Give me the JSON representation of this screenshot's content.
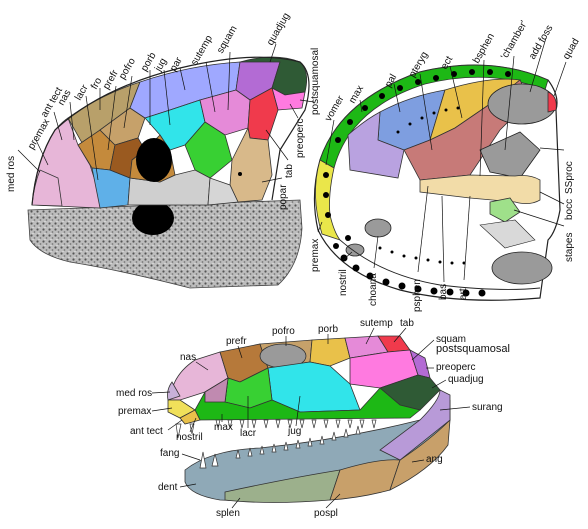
{
  "panel_top_left": {
    "labels": {
      "med_ros": "med ros",
      "premax": "premax",
      "ant_tect": "ant tect",
      "nas": "nas",
      "lacr": "lacr",
      "fro": "fro",
      "prefr": "prefr",
      "pofro": "pofro",
      "porb": "porb",
      "jug": "jug",
      "par": "par",
      "sutemp": "sutemp",
      "squam": "squam",
      "quadjug": "quadjug",
      "postsquamosal": "postsquamosal",
      "preoperc": "preoperc",
      "tab": "tab",
      "popar": "popar"
    }
  },
  "panel_top_right": {
    "labels": {
      "max": "max",
      "vomer": "vomer",
      "pal": "pal",
      "pteryg": "pteryg",
      "ect": "ect",
      "bsphen": "bsphen",
      "chamber": "'chamber'",
      "add_foss": "add foss",
      "quad": "quad",
      "ssproc": "SSproc",
      "bocc": "bocc",
      "stapes": "stapes",
      "premax": "premax",
      "nostril": "nostril",
      "choana": "choana",
      "psphen": "psphen",
      "bas": "bas",
      "art": "art"
    }
  },
  "panel_bottom": {
    "labels": {
      "nas": "nas",
      "prefr": "prefr",
      "pofro": "pofro",
      "porb": "porb",
      "sutemp": "sutemp",
      "tab": "tab",
      "squam": "squam",
      "postsquamosal": "postsquamosal",
      "preoperc": "preoperc",
      "quadjug": "quadjug",
      "surang": "surang",
      "med_ros": "med ros",
      "premax": "premax",
      "ant_tect": "ant tect",
      "nostril": "nostril",
      "max": "max",
      "lacr": "lacr",
      "jug": "jug",
      "fang": "fang",
      "dent": "dent",
      "ang": "ang",
      "splen": "splen",
      "pospl": "pospl"
    }
  },
  "colors": {
    "nas": "#e7b6d8",
    "premax": "#f0e05a",
    "lacr": "#5fb0e8",
    "fro": "#c48a3c",
    "prefr": "#b6793a",
    "pofro": "#c6a16a",
    "porb": "#9fa8ff",
    "jug": "#31e4ea",
    "par": "#e58ad8",
    "sutemp": "#b36bd4",
    "squam": "#ff7ae0",
    "quadjug": "#2f5a35",
    "tab": "#f03a4c",
    "popar": "#d8b98a",
    "green": "#38d033",
    "max_palate": "#1db815",
    "pteryg": "#c77a78",
    "ect": "#e9c14a",
    "pal": "#7e9ee0",
    "vomer": "#eae64a",
    "bsphen": "#f2dca8",
    "grey": "#9a9a9a",
    "dent": "#8fa9b7",
    "ang": "#c8a06a",
    "surang": "#b89ad8",
    "splen": "#9cb08c"
  }
}
